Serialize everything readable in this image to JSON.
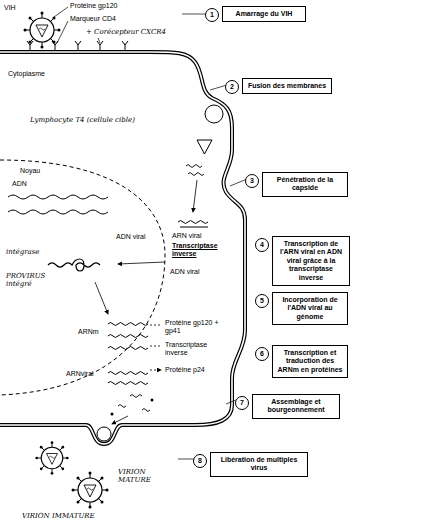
{
  "diagram": {
    "nodes": [
      {
        "text": [
          "1",
          "Amarrage du VIH"
        ]
      },
      {
        "text": [
          "2",
          "Fusion des membranes"
        ]
      },
      {
        "text": [
          "3",
          "Pénétration de la capside"
        ]
      },
      {
        "text": [
          "4",
          "Transcription de l'ARN viral en ADN viral grâce à la transcriptase inverse"
        ]
      },
      {
        "text": [
          "5",
          "Incorporation de l'ADN viral au génome"
        ]
      },
      {
        "text": [
          "6",
          "Transcription et traduction des ARNm en protéines"
        ]
      },
      {
        "text": [
          "7",
          "Assemblage et bourgeonnement"
        ]
      },
      {
        "text": [
          "8",
          "Libération de multiples virus"
        ]
      }
    ],
    "labels": [
      "VIH",
      "Protéine gp120",
      "Marqueur CD4",
      "+ Corécepteur CXCR4",
      "Cytoplasme",
      "Lymphocyte T4 (cellule cible)",
      "Noyau",
      "ADN",
      "ADN viral",
      "ARN viral",
      "Transcriptase inverse",
      "ADN viral",
      "intégrase",
      "PROVIRUS intégré",
      "ARNm",
      "ARNviral",
      "Protéine gp120 + gp41",
      "Transcriptase inverse",
      "Protéine p24",
      "VIRION MATURE",
      "VIRION IMMATURE"
    ]
  }
}
